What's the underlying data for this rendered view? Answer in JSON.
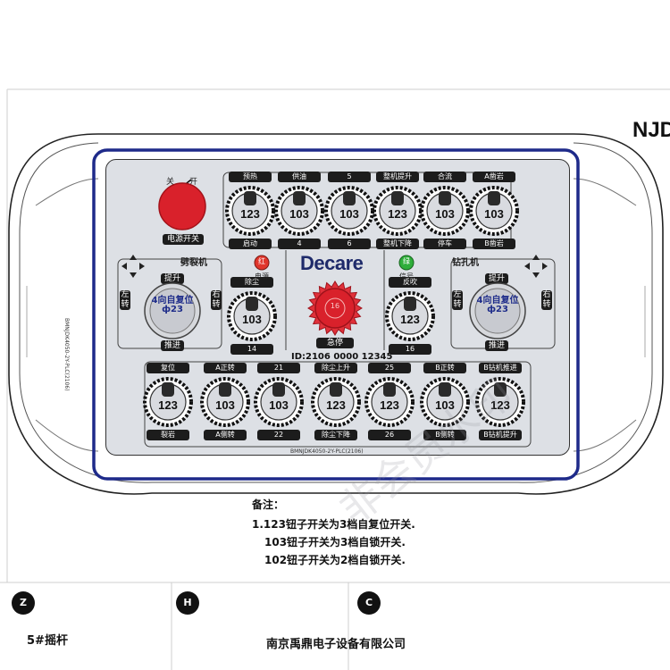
{
  "brand": "Decare",
  "side_brand": "NJD",
  "id_text": "ID:2106 0000 12345",
  "model_code": "BMNJDK4050-2Y-PLC(2106)",
  "model_code_side": "BMNJDK4050-2Y-PLC(2106)",
  "power": {
    "off": "关",
    "on": "开",
    "label": "电源开关"
  },
  "left_section": "劈裂机",
  "right_section": "钻孔机",
  "indicators": {
    "red": {
      "lamp": "红",
      "label": "电源"
    },
    "green": {
      "lamp": "绿",
      "label": "信号"
    }
  },
  "estop": {
    "inner": "16",
    "label": "急停"
  },
  "joystick_left": {
    "top": "提升",
    "bottom": "推进",
    "left": "左转",
    "right": "右转",
    "line1": "4向自复位",
    "line2": "ф23"
  },
  "joystick_right": {
    "top": "提升",
    "bottom": "推进",
    "left": "左转",
    "right": "右转",
    "line1": "4向自复位",
    "line2": "ф23"
  },
  "top_switches": [
    {
      "top": "预热",
      "value": "123",
      "bottom": "启动"
    },
    {
      "top": "供油",
      "value": "103",
      "bottom": "4"
    },
    {
      "top": "5",
      "value": "103",
      "bottom": "6"
    },
    {
      "top": "整机提升",
      "value": "123",
      "bottom": "整机下降"
    },
    {
      "top": "合流",
      "value": "103",
      "bottom": "停车"
    },
    {
      "top": "A凿岩",
      "value": "103",
      "bottom": "B凿岩"
    }
  ],
  "mid_switches": [
    {
      "top": "除尘",
      "value": "103",
      "bottom": "14"
    },
    {
      "top": "反吹",
      "value": "123",
      "bottom": "16"
    }
  ],
  "bottom_switches": [
    {
      "top": "复位",
      "value": "123",
      "bottom": "裂岩"
    },
    {
      "top": "A正转",
      "value": "103",
      "bottom": "A侧转"
    },
    {
      "top": "21",
      "value": "103",
      "bottom": "22"
    },
    {
      "top": "除尘上升",
      "value": "123",
      "bottom": "除尘下降"
    },
    {
      "top": "25",
      "value": "123",
      "bottom": "26"
    },
    {
      "top": "B正转",
      "value": "103",
      "bottom": "B侧转"
    },
    {
      "top": "B钻机推进",
      "value": "123",
      "bottom": "B钻机提升"
    }
  ],
  "notes": {
    "title": "备注：",
    "lines": [
      "1.123钮子开关为3档自复位开关.",
      "103钮子开关为3档自锁开关.",
      "102钮子开关为2档自锁开关."
    ]
  },
  "footer": {
    "tags": [
      "Z",
      "H",
      "C"
    ],
    "left_text": "5#摇杆",
    "company": "南京禹鼎电子设备有限公司"
  },
  "watermark": "非会员水印",
  "colors": {
    "panel": "#dde0e5",
    "accent_blue": "#1e2a8a",
    "estop_red": "#d9212b",
    "lamp_red": "#e0362c",
    "lamp_green": "#2fae3a"
  }
}
